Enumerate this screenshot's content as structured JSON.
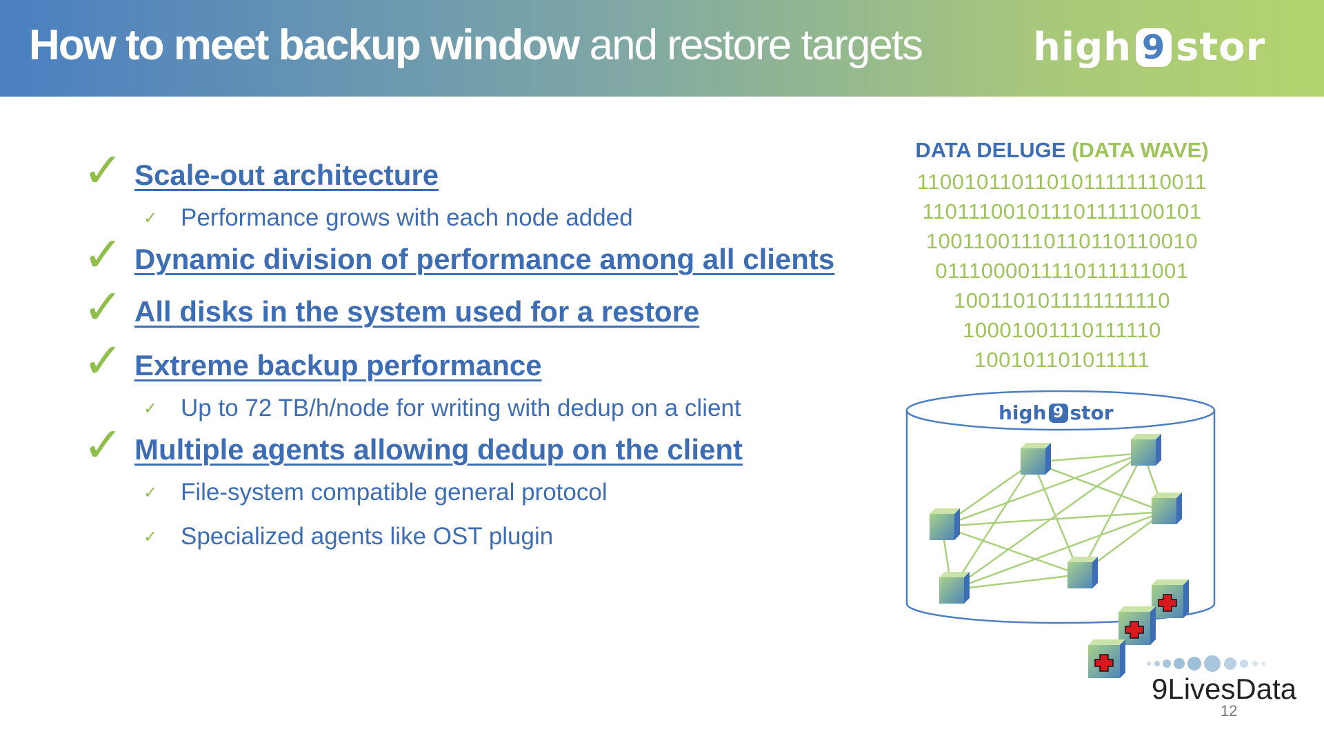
{
  "header": {
    "title_bold": "How to meet backup window",
    "title_rest": " and restore targets",
    "logo_left": "high",
    "logo_mid": "9",
    "logo_right": "stor"
  },
  "bullets": [
    {
      "label": "Scale-out architecture",
      "subs": [
        "Performance grows with each node added"
      ]
    },
    {
      "label": "Dynamic division of performance among all clients",
      "subs": []
    },
    {
      "label": "All disks in the system used for a restore",
      "subs": []
    },
    {
      "label": "Extreme backup performance",
      "subs": [
        "Up to 72 TB/h/node for writing with dedup on a client"
      ]
    },
    {
      "label": "Multiple agents allowing dedup on the client",
      "subs": [
        "File-system compatible general protocol",
        "Specialized agents like OST plugin"
      ]
    }
  ],
  "deluge": {
    "head_main": "DATA DELUGE ",
    "head_wave": "(DATA WAVE)",
    "rows": [
      "1100101101101011111110011",
      "110111001011101111100101",
      "10011001110110110110010",
      "0111000011110111111001",
      "1001101011111111110",
      "10001001110111110",
      "100101101011111"
    ]
  },
  "cylinder": {
    "logo_left": "high",
    "logo_mid": "9",
    "logo_right": "stor"
  },
  "footer": {
    "brand": "9LivesData",
    "page": "12"
  },
  "colors": {
    "accent_blue": "#3d6db5",
    "accent_green": "#9dc35a",
    "check_green": "#8fbf4a",
    "repair_red": "#d71920"
  }
}
